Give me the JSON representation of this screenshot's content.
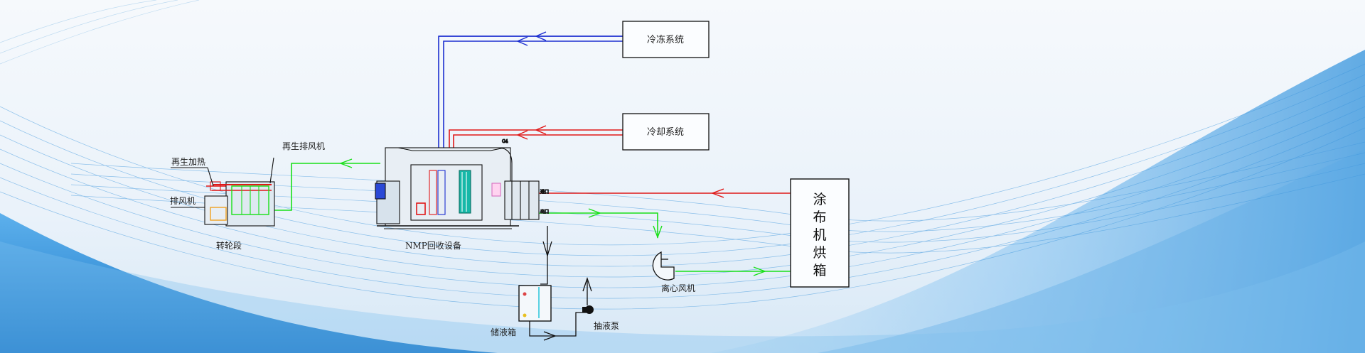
{
  "boxes": {
    "freezing": "冷冻系统",
    "cooling": "冷却系统",
    "oven": [
      "涂",
      "布",
      "机",
      "烘",
      "箱"
    ]
  },
  "labels": {
    "regen_exhaust_fan": "再生排风机",
    "regen_heating": "再生加热",
    "exhaust_fan": "排风机",
    "wheel_section": "转轮段",
    "nmp_unit": "NMP回收设备",
    "centrifugal_fan": "离心风机",
    "storage_tank": "储液箱",
    "pump": "抽液泵"
  },
  "colors": {
    "chilled": "#1c2fd0",
    "cooling_water": "#e01818",
    "air": "#18e018",
    "equipment": "#111111",
    "background": "#eef4fa",
    "wave": "#2f8fd8"
  }
}
